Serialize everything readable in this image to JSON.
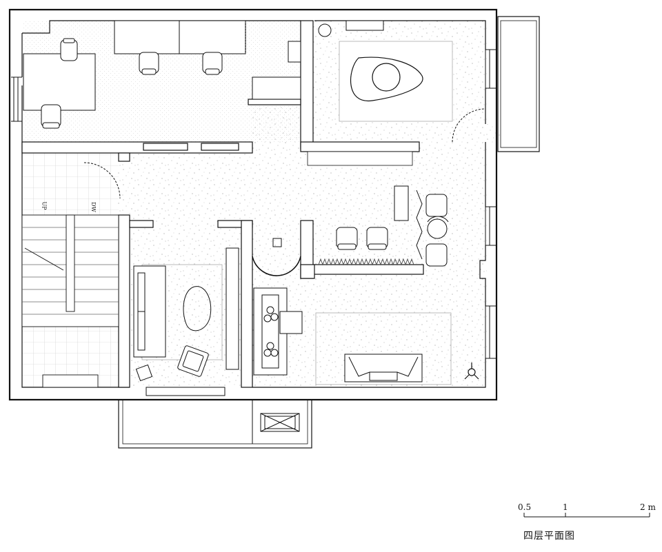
{
  "drawing": {
    "title": "四层平面图",
    "stair_up_label": "UP",
    "stair_down_label": "DW",
    "scale_labels": [
      "0.5",
      "1",
      "2 m"
    ]
  },
  "colors": {
    "line": "#111111",
    "fine_line": "#888888",
    "speckle": "#9a9a9a",
    "background": "#ffffff"
  },
  "icons": {
    "north_marker": "compass-tripod-icon",
    "elevator": "elevator-box-icon"
  }
}
